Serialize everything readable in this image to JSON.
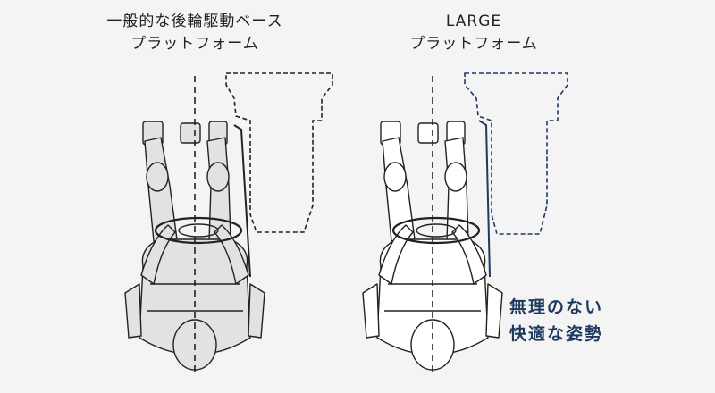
{
  "left_panel": {
    "title_line1": "一般的な後輪駆動ベース",
    "title_line2": "プラットフォーム"
  },
  "right_panel": {
    "title_line1": "LARGE",
    "title_line2": "プラットフォーム"
  },
  "callout": {
    "line1": "無理のない",
    "line2": "快適な姿勢"
  },
  "colors": {
    "accent": "#1f3a5f",
    "line": "#222222",
    "body_fill_left": "#e2e2e2",
    "body_fill_right": "#ffffff"
  }
}
